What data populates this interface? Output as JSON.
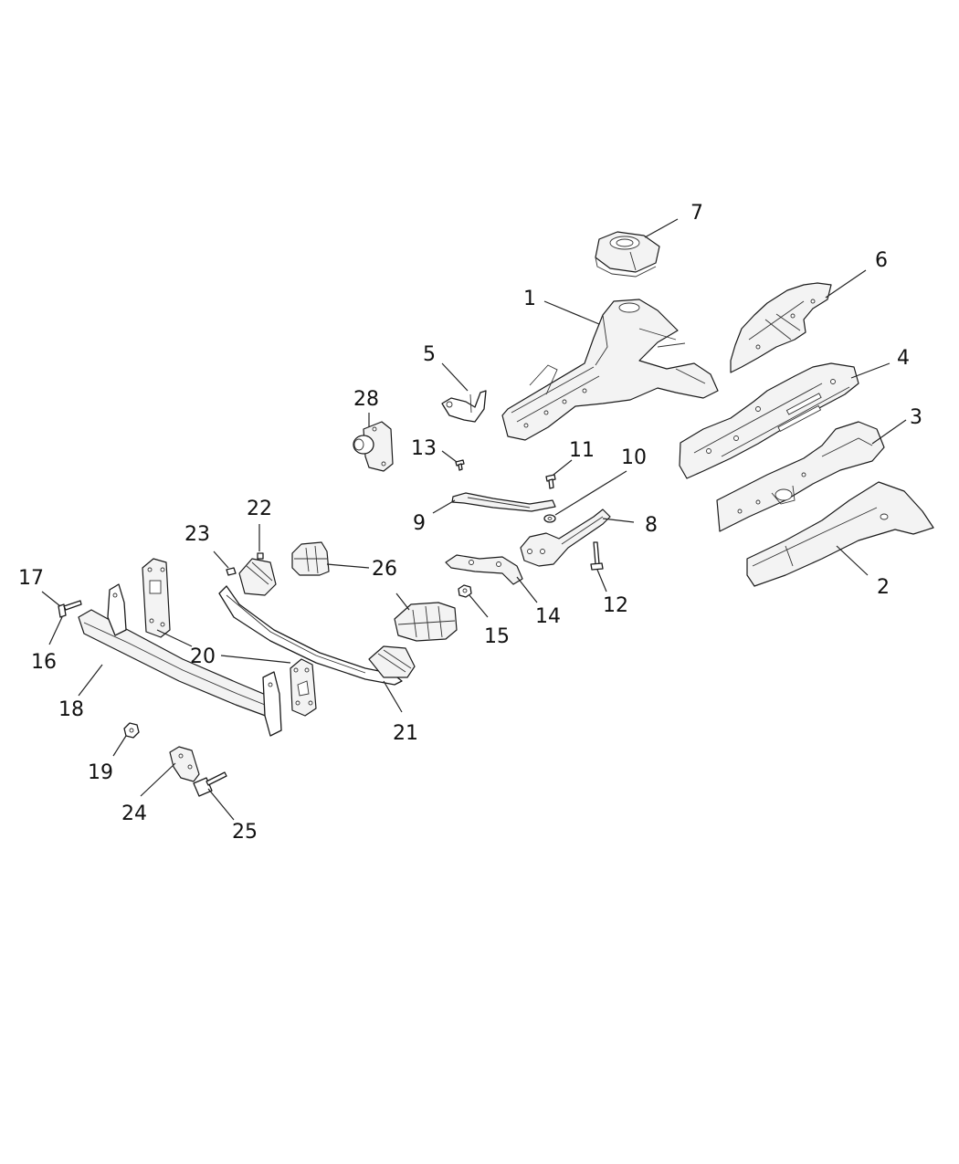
{
  "callouts": [
    {
      "id": "1",
      "label": "1"
    },
    {
      "id": "2",
      "label": "2"
    },
    {
      "id": "3",
      "label": "3"
    },
    {
      "id": "4",
      "label": "4"
    },
    {
      "id": "5",
      "label": "5"
    },
    {
      "id": "6",
      "label": "6"
    },
    {
      "id": "7",
      "label": "7"
    },
    {
      "id": "8",
      "label": "8"
    },
    {
      "id": "9",
      "label": "9"
    },
    {
      "id": "10",
      "label": "10"
    },
    {
      "id": "11",
      "label": "11"
    },
    {
      "id": "12",
      "label": "12"
    },
    {
      "id": "13",
      "label": "13"
    },
    {
      "id": "14",
      "label": "14"
    },
    {
      "id": "15",
      "label": "15"
    },
    {
      "id": "16",
      "label": "16"
    },
    {
      "id": "17",
      "label": "17"
    },
    {
      "id": "18",
      "label": "18"
    },
    {
      "id": "19",
      "label": "19"
    },
    {
      "id": "20",
      "label": "20"
    },
    {
      "id": "21",
      "label": "21"
    },
    {
      "id": "22",
      "label": "22"
    },
    {
      "id": "23",
      "label": "23"
    },
    {
      "id": "24",
      "label": "24"
    },
    {
      "id": "25",
      "label": "25"
    },
    {
      "id": "26",
      "label": "26"
    },
    {
      "id": "28",
      "label": "28"
    }
  ]
}
